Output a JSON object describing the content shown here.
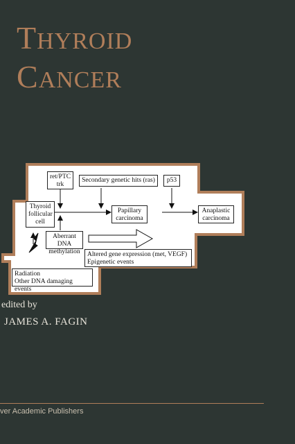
{
  "cover": {
    "title_line1": {
      "initial": "T",
      "rest": "HYROID"
    },
    "title_line2": {
      "initial": "C",
      "rest": "ANCER"
    },
    "edited_by": "edited by",
    "editor": "JAMES A. FAGIN",
    "publisher": "ver Academic Publishers",
    "colors": {
      "background": "#2d3633",
      "title": "#b07e5a",
      "frame": "#b07e5a",
      "text_light": "#e8e4da"
    }
  },
  "diagram": {
    "boxes": {
      "ret_ptc": "ret/PTC\ntrk",
      "secondary_hits": "Secondary genetic hits (ras)",
      "p53": "p53",
      "thyroid_cell": "Thyroid\nfollicular\ncell",
      "papillary": "Papillary\ncarcinoma",
      "anaplastic": "Anaplastic\ncarcinoma",
      "aberrant_methylation": "Aberrant DNA\nmethylation",
      "altered_expression": "Altered gene expression (met, VEGF)\nEpigenetic events",
      "radiation": "Radiation\nOther DNA damaging events"
    }
  }
}
